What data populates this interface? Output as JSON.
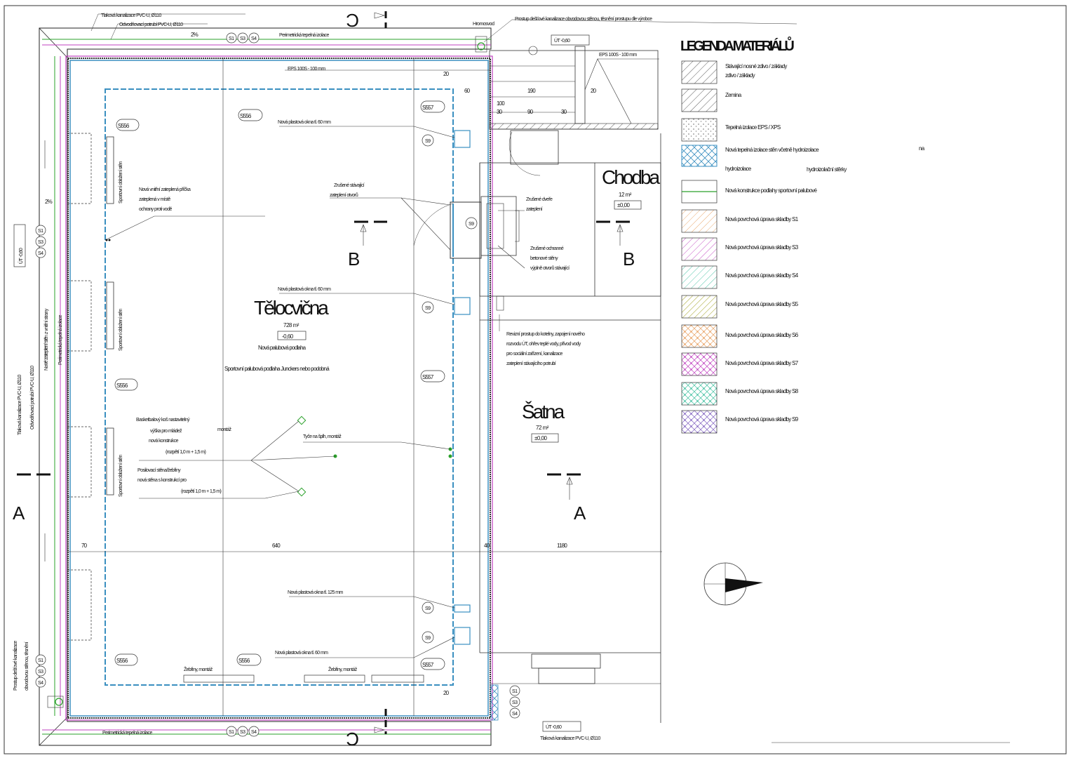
{
  "rooms": {
    "gym": {
      "name": "Tělocvična",
      "area": "728 m²",
      "level": "-0,60",
      "note": "Nová palubová podlaha",
      "note2": "Sportovní palubová podlaha Junckers nebo podobná"
    },
    "hall": {
      "name": "Chodba",
      "area": "12 m²",
      "level": "±0,00"
    },
    "storage": {
      "name": "Šatna",
      "area": "72 m²",
      "level": "±0,00"
    }
  },
  "sections": {
    "a": "A",
    "b": "B",
    "c": "C"
  },
  "tags": {
    "s556": "S556",
    "s557": "S557",
    "s1": "S1",
    "s3": "S3",
    "s4": "S4",
    "s9": "S9"
  },
  "dims": [
    "70",
    "640",
    "40",
    "1180",
    "20",
    "60",
    "20",
    "100",
    "30",
    "90",
    "30",
    "190",
    "2%"
  ],
  "notes": {
    "top_drain": "Tlaková kanalizace PVC-U, Ø110",
    "top_drain2": "Odvodňovací potrubí PVC-U, Ø110",
    "top_right": "Prostup dešťové kanalizace obvodovou stěnou, těsnění prostupu dle výrobce",
    "hydrant": "Hromosvod",
    "level_top": "ÚT -0,60",
    "eps_top": "EPS 100S - 100 mm",
    "eps_right": "EPS 100S - 100 mm",
    "perimeter": "Perimetrická tepelná izolace",
    "window1": "Nová plastová okna tl. 60 mm",
    "window2": "Nová plastová okna tl. 60 mm",
    "window3": "Nová plastová okna tl. 125 mm",
    "window4": "Nová plastová okna tl. 60 mm",
    "wall_note1": "Nová vnitřní zateplená příčka",
    "wall_note2": "zateplená v místě",
    "wall_note3": "ochrany proti vodě",
    "door_note1": "Zrušené stávající",
    "door_note2": "zateplení otvorů",
    "door_note3": "Zrušené dveře",
    "door_note4": "zateplení",
    "door_note5": "Zrušené ochranné",
    "door_note6": "betonové stěny",
    "door_note7": "výplně otvorů stávající",
    "sanit1": "Revizní prostup do kotelny, zapojení nového",
    "sanit2": "rozvodu ÚT, ohřev teplé vody, přívod vody",
    "sanit3": "pro sociální zařízení, kanalizace",
    "sanit4": "zateplení stávajícího potrubí",
    "wall_a": "Sportovní obložení stěn",
    "wall_b": "Sportovní obložení stěn",
    "wall_c": "Sportovní obložení stěn",
    "side_note1": "Nové zateplení stěn z vnitřní strany",
    "side_note2": "Tlaková kanalizace PVC-U, Ø110",
    "side_note3": "Odvodňovací potrubí PVC-U, Ø110",
    "basket1": "Basketbalový koš nastavitelný",
    "basket2": "výška pro mládež",
    "basket3": "nová konstrukce",
    "basket4": "(rozpětí 1,0 m + 1,5 m)",
    "basket5": "Posilovací stěna/žebřiny",
    "basket6": "nová stěna s konstrukcí pro",
    "basket7": "(rozpětí 1,0 m + 1,5 m)",
    "montaz": "montáž",
    "tyc": "Tyče na šplh, montáž",
    "bench1": "Žebřiny, montáž",
    "bench2": "Žebřiny, montáž",
    "bottom_left1": "Prostup dešťové kanalizace",
    "bottom_left2": "obvodovou stěnou, těsnění",
    "bottom_drain": "Tlaková kanalizace PVC-U, Ø110",
    "level_bottom": "ÚT -0,60",
    "level_left": "ÚT -0,60",
    "perimeter_bottom": "Perimetrická tepelná izolace",
    "top_label_left": "Perimetrická tepelná izolace"
  },
  "legend": {
    "title": "LEGENDA MATERIÁLŮ",
    "items": [
      {
        "label": "Stávající nosné zdivo / základy",
        "label2": "zdivo / základy",
        "pattern": "hatch"
      },
      {
        "label": "Zemina",
        "label2": "",
        "pattern": "hatch"
      },
      {
        "label": "Tepelná izolace EPS / XPS",
        "label2": "",
        "pattern": "dots"
      },
      {
        "label": "Nová tepelná izolace stěn včetně hydroizolace",
        "label2": "",
        "label3": "hydroizolace",
        "pattern": "cross-blue"
      },
      {
        "label": "Nová konstrukce podlahy sportovní palubové",
        "label2": "",
        "pattern": "line-green"
      },
      {
        "label": "Nová povrchová úprava skladby S1",
        "label2": "",
        "pattern": "hatch-orange"
      },
      {
        "label": "Nová povrchová úprava skladby S3",
        "label2": "",
        "pattern": "hatch-magenta"
      },
      {
        "label": "Nová povrchová úprava skladby S4",
        "label2": "",
        "pattern": "hatch-teal"
      },
      {
        "label": "Nová povrchová úprava skladby S5",
        "label2": "",
        "pattern": "hatch-olive"
      },
      {
        "label": "Nová povrchová úprava skladby S6",
        "label2": "",
        "pattern": "grid-orange"
      },
      {
        "label": "Nová povrchová úprava skladby S7",
        "label2": "",
        "pattern": "grid-magenta"
      },
      {
        "label": "Nová povrchová úprava skladby S8",
        "label2": "",
        "pattern": "grid-teal"
      },
      {
        "label": "Nová povrchová úprava skladby S9",
        "label2": "",
        "pattern": "grid-violet"
      }
    ],
    "extra_na": "na",
    "extra_hydro": "hydroizolační stěrky"
  },
  "colors": {
    "line": "#222222",
    "blue": "#3a8fc0",
    "green": "#2aa02a",
    "magenta": "#c040c0",
    "orange": "#e8a060",
    "teal": "#40c0a0",
    "olive": "#a0a020",
    "violet": "#8060c0"
  }
}
